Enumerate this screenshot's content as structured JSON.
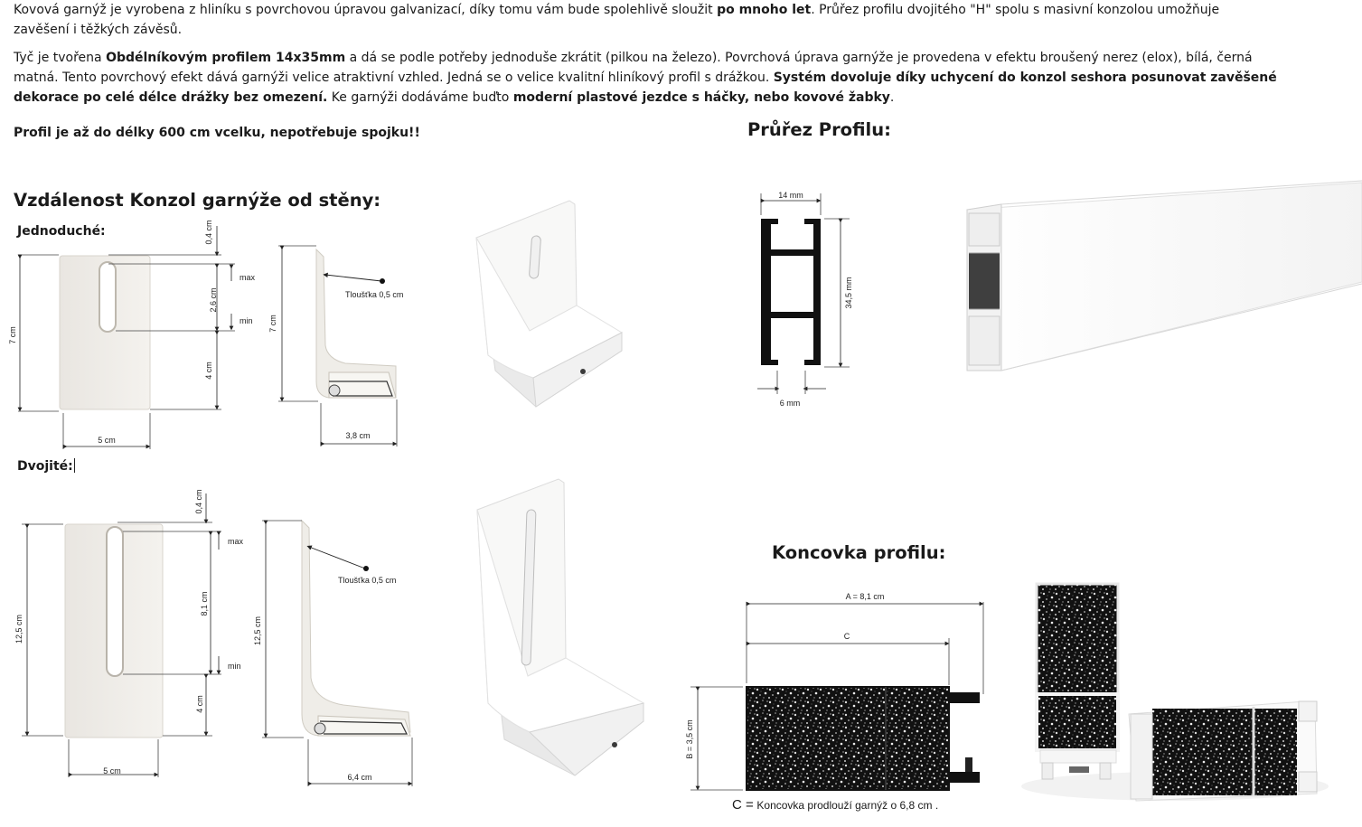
{
  "intro": {
    "p1": [
      {
        "t": "Kovová garnýž je vyrobena z hliníku s povrchovou úpravou galvanizací, díky tomu vám bude spolehlivě sloužit ",
        "b": false
      },
      {
        "t": "po mnoho let",
        "b": true
      },
      {
        "t": ". Průřez profilu dvojitého \"H\" spolu s masivní konzolou umožňuje zavěšení i těžkých závěsů.",
        "b": false
      }
    ],
    "p2": [
      {
        "t": " Tyč je tvořena ",
        "b": false
      },
      {
        "t": "Obdélníkovým profilem 14x35mm",
        "b": true
      },
      {
        "t": " a dá se podle potřeby jednoduše zkrátit (pilkou na železo). Povrchová úprava garnýže je provedena v efektu broušený nerez (elox), bílá, černá matná. Tento povrchový efekt dává garnýži velice atraktivní vzhled. Jedná se o velice kvalitní hliníkový profil s drážkou. ",
        "b": false
      },
      {
        "t": "Systém dovoluje díky uchycení do konzol seshora posunovat zavěšené dekorace po celé délce drážky bez omezení.",
        "b": true
      },
      {
        "t": " Ke garnýži dodáváme buďto ",
        "b": false
      },
      {
        "t": "moderní plastové jezdce s háčky, nebo kovové žabky",
        "b": true
      },
      {
        "t": ".",
        "b": false
      }
    ],
    "p3": "Profil je až do délky 600 cm vcelku, nepotřebuje spojku!!"
  },
  "headings": {
    "bracket_distance": "Vzdálenost Konzol garnýže od stěny:",
    "single": "Jednoduché:",
    "double": "Dvojité:",
    "cross_section": "Průřez Profilu:",
    "end_cap": "Koncovka profilu:"
  },
  "single_bracket": {
    "top_gap": "0,4 cm",
    "slot": "2,6 cm",
    "max": "max",
    "min": "min",
    "height": "7 cm",
    "bottom": "4 cm",
    "width": "5 cm",
    "side_height": "7 cm",
    "thickness": "Tloušťka 0,5 cm",
    "depth": "3,8 cm"
  },
  "double_bracket": {
    "top_gap": "0,4 cm",
    "slot": "8,1 cm",
    "max": "max",
    "min": "min",
    "height": "12,5 cm",
    "bottom": "4 cm",
    "width": "5 cm",
    "side_height": "12,5 cm",
    "thickness": "Tloušťka 0,5 cm",
    "depth": "6,4 cm"
  },
  "profile": {
    "width": "14 mm",
    "height": "34,5 mm",
    "groove": "6 mm"
  },
  "end_cap": {
    "a": "A = 8,1 cm",
    "c": "C",
    "b": "B = 3,5 cm",
    "c_note_letter": "C =",
    "c_note": "Koncovka prodlouží garnýž o 6,8 cm ."
  }
}
